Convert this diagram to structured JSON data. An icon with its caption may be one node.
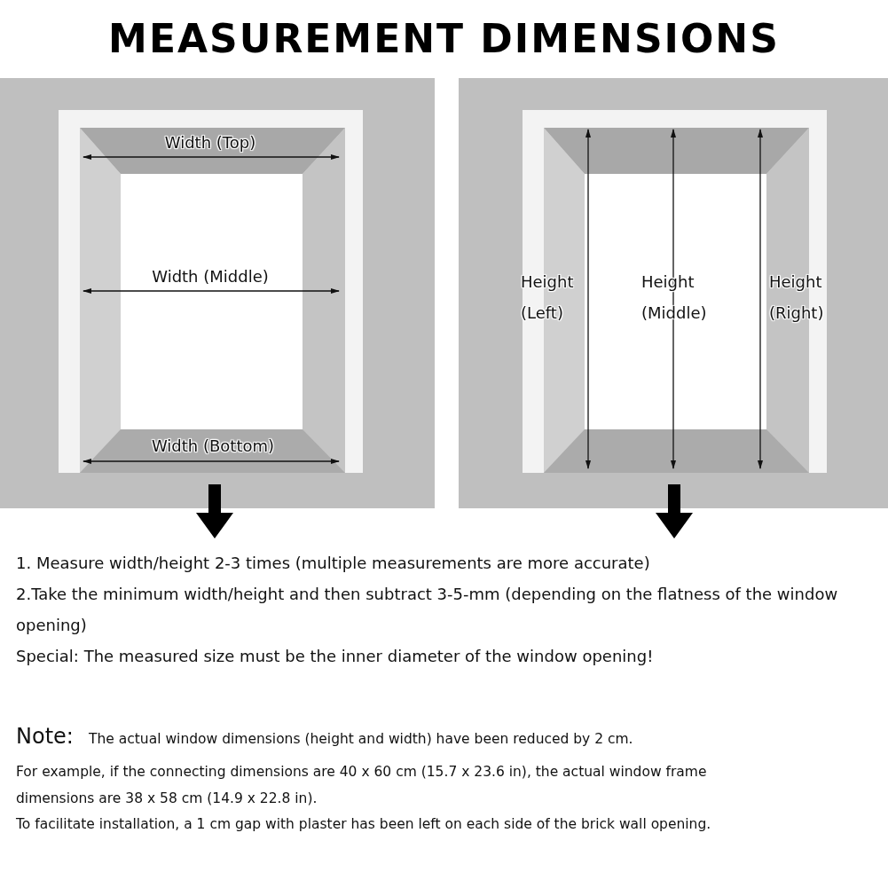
{
  "diagram": {
    "title": "MEASUREMENT DIMENSIONS",
    "labels": [
      "Width (Top)",
      "Width (Middle)",
      "Width (Bottom)",
      "Height (Left)",
      "Height (Middle)",
      "Height (Right)",
      "1. Measure width/height 2-3 times (multiple measurements are more accurate)",
      "2.Take the minimum width/height and then subtract 3-5-mm (depending on the flatness of the window opening)",
      "Special: The measured size must be the inner diameter of the window opening!",
      "Note:",
      "The actual window dimensions (height and width) have been reduced by 2 cm.",
      "For example, if the connecting dimensions are 40 x 60 cm (15.7 x 23.6 in), the actual window frame dimensions are 38 x 58 cm (14.9 x 22.8 in).",
      "To facilitate installation, a 1 cm gap with plaster has been left on each side of the brick wall opening."
    ]
  }
}
